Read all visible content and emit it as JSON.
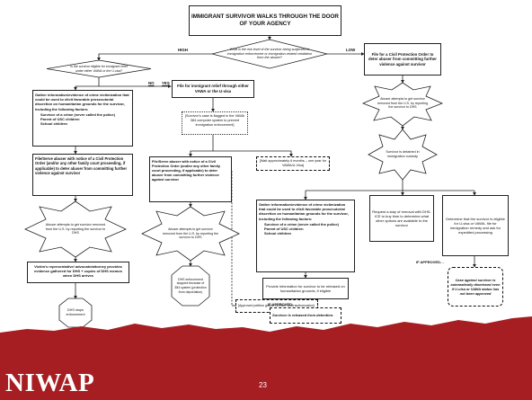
{
  "title": "IMMIGRANT SURVIVOR WALKS THROUGH THE DOOR OF YOUR AGENCY",
  "question_risk": "What is the risk level of the survivor being subjected to immigration enforcement or immigration-related retaliation from the abuser?",
  "label_high": "HIGH",
  "label_low": "LOW",
  "label_no": "NO",
  "label_yes": "YES",
  "question_eligible": "Is the survivor eligible for immigrant relief under either VAWA or the U-visa?",
  "low_cpo": "File for a Civil Protection Order to deter abuser from committing further violence against survivor",
  "left_gather": {
    "heading": "Gather information/evidence of crime victimization that could be used to elicit favorable prosecutorial discretion on humanitarian grounds for the survivor, including the following factors:",
    "items": [
      "Survivor of a crime (never called the police)",
      "Parent of USC children",
      "School children"
    ]
  },
  "file_relief": "File for immigrant relief through either VAWA or the U-visa",
  "flagged": "[Survivor’s case is flagged in the VAWA 384 computer system to prevent immigration enforcement]",
  "left_cpo": "File/Serve abuser with notice of a Civil Protection Order (and/or any other family court proceeding, if applicable) to deter abuser from committing further violence against survivor",
  "mid_cpo": "File/Serve abuser with notice of a Civil Protection Order (and/or any other family court proceeding, if applicable) to deter abuser from committing further violence against survivor",
  "left_star": "Abuser attempts to get survivor removed from the U.S. by reporting the survivor to DHS",
  "mid_star": "Abuser attempts to get survivor removed from the U.S. by reporting the survivor to DHS",
  "right_star": "Abuser attempts to get survivor removed from the U.S. by reporting the survivor to DHS",
  "detained": "Survivor is detained in immigration custody",
  "wait": "[Wait approximately 6 months – one year for VAWA/U-Visa]",
  "victim_rep": "Victim’s representative/ advocate/attorney provides evidence gathered for DHS + copies of DHS memos when DHS arrives",
  "dhs_stops": "DHS stops enforcement",
  "dhs_stopped": "DHS enforcement stopped because of 384 system (protection from deportation)",
  "approved_petition": "[Approved petition grants survivor work authorization]",
  "center_gather": {
    "heading": "Gather information/evidence of crime victimization that could be used to elicit favorable prosecutorial discretion on humanitarian grounds for the survivor, including the following factors:",
    "items": [
      "Survivor of a crime (never called the police)",
      "Parent of USC children",
      "School children"
    ]
  },
  "stay_removal": "Request a stay of removal with DHS-ICE to buy time to determine what other options are available to the survivor",
  "determine_eligible": "Determine that the survivor is eligible for U-visa or VAWA, file for immigration remedy and ask for expedited processing",
  "provide_info": "Provide information for survivor to be released on humanitarian grounds, if eligible",
  "if_approved_1": "IF APPROVED…",
  "if_approved_2": "IF APPROVED…",
  "released": "Survivor is released from detention.",
  "dismissed": "Case against survivor is automatically dismissed even if U-visa or VAWA status has not been approved",
  "logo": "NIWAP",
  "page_number": "23",
  "colors": {
    "footer": "#a61e22",
    "line": "#222222",
    "background": "#ffffff"
  }
}
